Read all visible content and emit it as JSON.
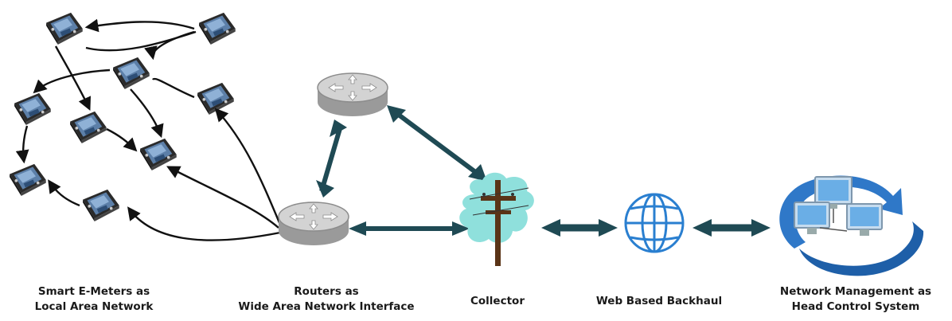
{
  "labels": {
    "meters": [
      "Smart E-Meters as",
      "Local Area Network"
    ],
    "routers": [
      "Routers as",
      "Wide Area Network Interface"
    ],
    "collector": "Collector",
    "backhaul": "Web Based Backhaul",
    "management": [
      "Network Management as",
      "Head Control System"
    ]
  },
  "icons": {
    "meter": "smart-meter-icon",
    "router": "router-icon",
    "collector": "utility-pole-icon",
    "backhaul": "globe-icon",
    "management": "networked-computers-icon"
  },
  "colors": {
    "link_arrow": "#1f4a54",
    "mesh_arrow": "#111111",
    "router_body": "#b8b8b8",
    "collector_cloud": "#8fe0dc",
    "globe": "#2a7fd0",
    "management_ring": "#2f78c8"
  }
}
